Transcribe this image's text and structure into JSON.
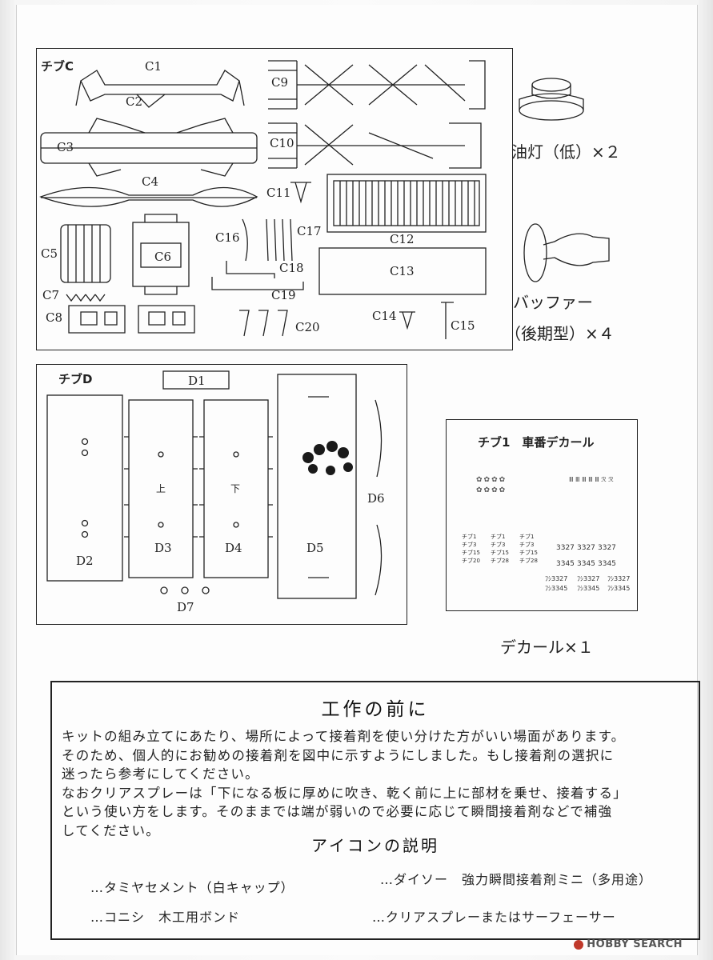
{
  "sprue_c": {
    "header": "チブC",
    "parts": {
      "c1": "C1",
      "c2": "C2",
      "c3": "C3",
      "c4": "C4",
      "c5": "C5",
      "c6": "C6",
      "c7": "C7",
      "c8": "C8",
      "c9": "C9",
      "c10": "C10",
      "c11": "C11",
      "c12": "C12",
      "c13": "C13",
      "c14": "C14",
      "c15": "C15",
      "c16": "C16",
      "c17": "C17",
      "c18": "C18",
      "c19": "C19",
      "c20": "C20"
    }
  },
  "sprue_d": {
    "header": "チブD",
    "parts": {
      "d1": "D1",
      "d2": "D2",
      "d3": "D3",
      "d4": "D4",
      "d5": "D5",
      "d6": "D6",
      "d7": "D7"
    },
    "mark_upper": "上",
    "mark_lower": "下"
  },
  "side_parts": {
    "oil_lamp": "油灯（低）×２",
    "buffer_line1": "バッファー",
    "buffer_line2": "（後期型）×４",
    "decal": "デカール×１"
  },
  "decal_sheet": {
    "header": "チブ1　車番デカール",
    "left_nums": [
      "チブ1",
      "チブ3",
      "チブ15",
      "チブ20"
    ],
    "mid_nums": [
      "チブ1",
      "チブ3",
      "チブ15",
      "チブ28"
    ],
    "right_nums": [
      "チブ1",
      "チブ3",
      "チブ15",
      "チブ28"
    ],
    "num_3327": "3327",
    "num_3345": "3345",
    "prefixed_3327": "ﾌｼ3327",
    "prefixed_3345": "ﾌｼ3345"
  },
  "notice": {
    "title": "工作の前に",
    "line1": "キットの組み立てにあたり、場所によって接着剤を使い分けた方がいい場面があります。",
    "line2": "そのため、個人的にお勧めの接着剤を図中に示すようにしました。もし接着剤の選択に",
    "line3": "迷ったら参考にしてください。",
    "line4": "なおクリアスプレーは「下になる板に厚めに吹き、乾く前に上に部材を乗せ、接着する」",
    "line5": "という使い方をします。そのままでは端が弱いので必要に応じて瞬間接着剤などで補強",
    "line6": "してください。",
    "icon_title": "アイコンの説明",
    "legend_tamiya": "…タミヤセメント（白キャップ）",
    "legend_daiso": "…ダイソー　強力瞬間接着剤ミニ（多用途）",
    "legend_konishi": "…コニシ　木工用ボンド",
    "legend_spray": "…クリアスプレーまたはサーフェーサー"
  },
  "watermark": "HOBBY SEARCH",
  "colors": {
    "ink": "#222222",
    "paper": "#fdfdfd"
  }
}
